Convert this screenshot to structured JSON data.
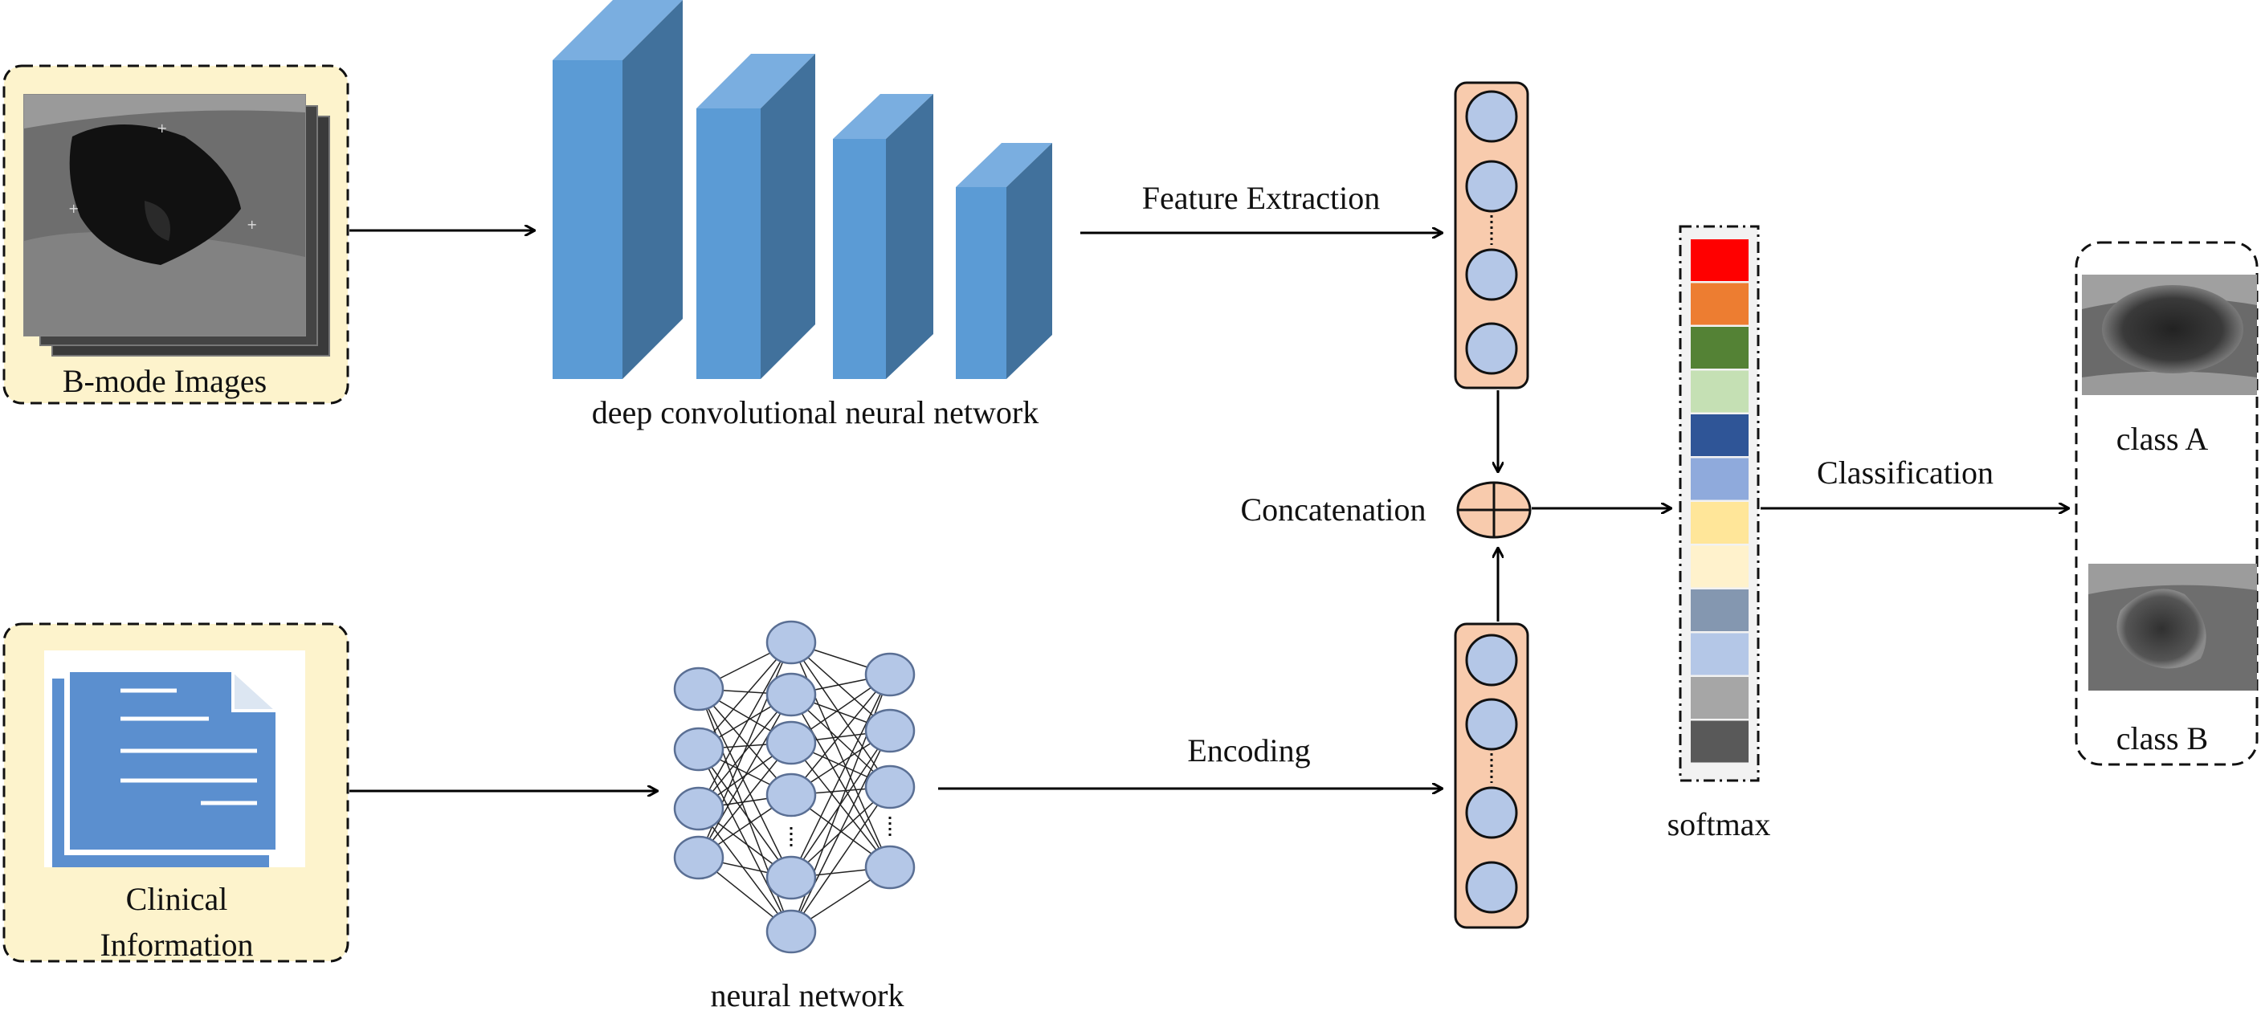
{
  "labels": {
    "b_mode_images": "B-mode Images",
    "clinical_line1": "Clinical",
    "clinical_line2": "Information",
    "deep_cnn": "deep convolutional neural network",
    "neural_network": "neural network",
    "feature_extraction": "Feature Extraction",
    "encoding": "Encoding",
    "concatenation": "Concatenation",
    "softmax": "softmax",
    "classification": "Classification",
    "class_a": "class A",
    "class_b": "class B"
  },
  "colors": {
    "panel_fill": "#fdf3cc",
    "cnn_front": "#5b9bd5",
    "cnn_side": "#41719c",
    "cnn_top": "#7aaee0",
    "vector_fill": "#f8cbad",
    "node_fill": "#b4c7e7",
    "document_blue": "#5b8fcf"
  },
  "softmax_colors": [
    "#ff0000",
    "#ed7d31",
    "#548235",
    "#c5e0b4",
    "#2f5597",
    "#8faadc",
    "#ffe699",
    "#fff2cc",
    "#8497b0",
    "#b4c7e7",
    "#a6a6a6",
    "#595959"
  ]
}
